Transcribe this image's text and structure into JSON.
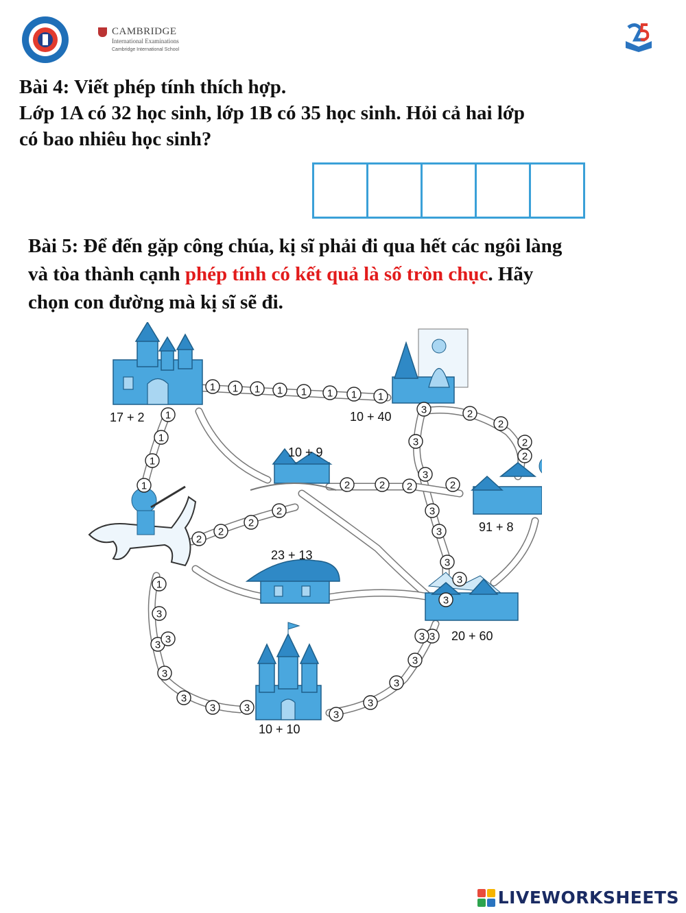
{
  "header": {
    "cambridge_title": "CAMBRIDGE",
    "cambridge_subtitle": "International Examinations",
    "cambridge_school": "Cambridge International School"
  },
  "exercise4": {
    "title": "Bài 4: Viết phép tính thích hợp.",
    "line1": "Lớp 1A có 32 học sinh, lớp 1B có 35 học sinh. Hỏi cả hai lớp",
    "line2": "có bao nhiêu học sinh?",
    "answer_boxes": [
      "",
      "",
      "",
      "",
      ""
    ]
  },
  "exercise5": {
    "part1": "Bài 5: Để đến gặp công chúa, kị sĩ phải đi qua hết các ngôi làng",
    "part2_before": "và tòa thành cạnh ",
    "part2_highlight": "phép tính có kết quả là số tròn chục",
    "part2_after": ". Hãy",
    "part3": "chọn con đường mà kị sĩ sẽ đi."
  },
  "map": {
    "labels": {
      "castle_top": "17 + 2",
      "princess": "10 + 40",
      "village_mid": "10 + 9",
      "huts": "91 + 8",
      "cottage": "23 + 13",
      "town": "20 + 60",
      "castle_bottom": "10 + 10"
    },
    "path1_numbers": [
      "1",
      "1",
      "1",
      "1",
      "1",
      "1",
      "1",
      "1",
      "1",
      "1",
      "1",
      "1",
      "1"
    ],
    "path2_numbers": [
      "2",
      "2",
      "2",
      "2",
      "2",
      "2",
      "2",
      "2",
      "2",
      "2",
      "2",
      "2"
    ],
    "path3_numbers": [
      "3",
      "3",
      "3",
      "3",
      "3",
      "3",
      "3",
      "3",
      "3",
      "3",
      "3",
      "3",
      "3",
      "3",
      "3",
      "3",
      "3",
      "3",
      "3",
      "3",
      "3"
    ],
    "accent_color": "#3aa0d8"
  },
  "footer": {
    "brand": "LIVEWORKSHEETS",
    "brand_color": "#1a2b63"
  }
}
